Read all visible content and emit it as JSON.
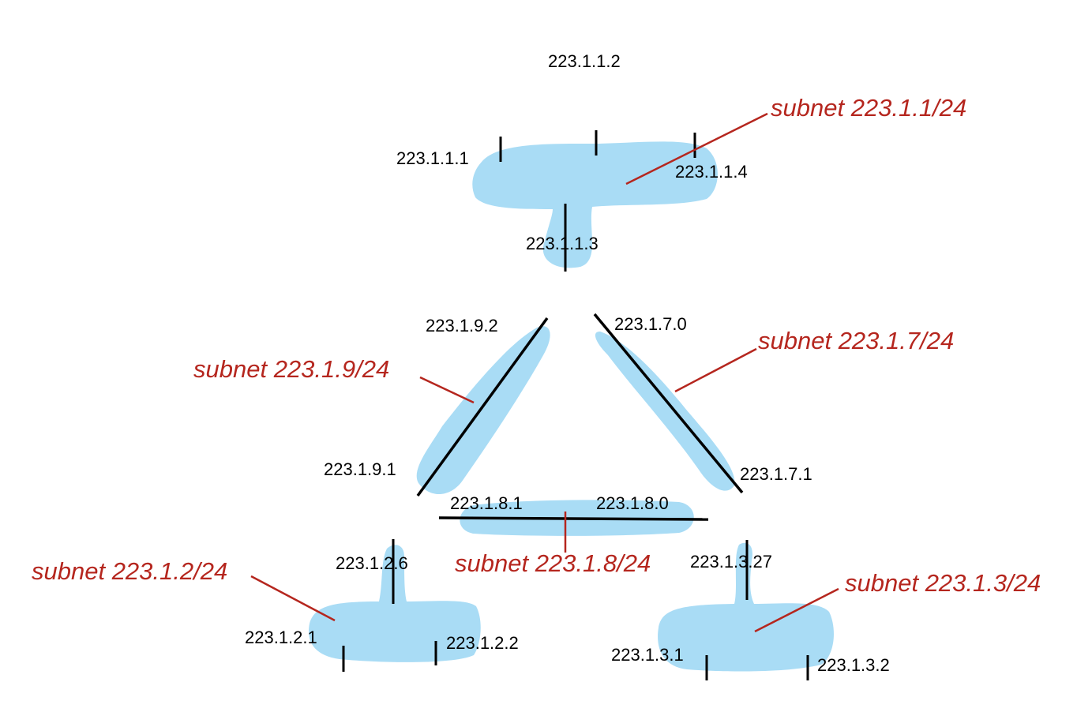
{
  "colors": {
    "subnet_fill": "#a9dcf5",
    "subnet_label": "#b5261e",
    "line": "#000000"
  },
  "addresses": {
    "a_1_1_2": "223.1.1.2",
    "a_1_1_1": "223.1.1.1",
    "a_1_1_4": "223.1.1.4",
    "a_1_1_3": "223.1.1.3",
    "a_9_2": "223.1.9.2",
    "a_7_0": "223.1.7.0",
    "a_9_1": "223.1.9.1",
    "a_7_1": "223.1.7.1",
    "a_8_1": "223.1.8.1",
    "a_8_0": "223.1.8.0",
    "a_2_6": "223.1.2.6",
    "a_3_27": "223.1.3.27",
    "a_2_1": "223.1.2.1",
    "a_2_2": "223.1.2.2",
    "a_3_1": "223.1.3.1",
    "a_3_2": "223.1.3.2"
  },
  "subnets": {
    "s1": "subnet 223.1.1/24",
    "s7": "subnet 223.1.7/24",
    "s9": "subnet 223.1.9/24",
    "s8": "subnet 223.1.8/24",
    "s2": "subnet 223.1.2/24",
    "s3": "subnet 223.1.3/24"
  }
}
